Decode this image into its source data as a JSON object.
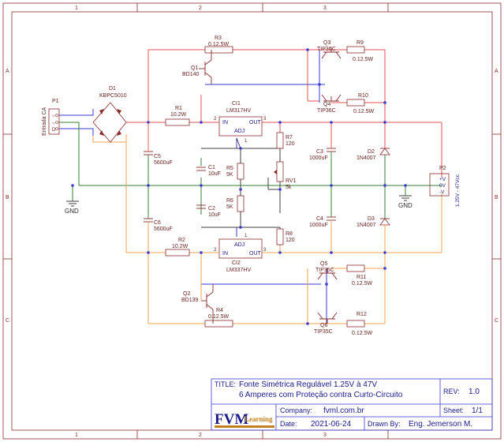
{
  "frame": {
    "columns": [
      "1",
      "2",
      "3"
    ],
    "rows": [
      "A",
      "B",
      "C"
    ],
    "colors": {
      "border": "#8a2a2a",
      "wire_blue": "#3a3ad0",
      "wire_red": "#e05050",
      "wire_orange": "#f0a050",
      "wire_green": "#308030",
      "wire_dark": "#404040"
    }
  },
  "components": {
    "p1": {
      "ref": "P1",
      "name": "Entrada CA",
      "pins": [
        "~",
        "~",
        "D"
      ]
    },
    "d1": {
      "ref": "D1",
      "value": "KBPC5010"
    },
    "r1": {
      "ref": "R1",
      "value": "10.2W"
    },
    "r2": {
      "ref": "R2",
      "value": "10.2W"
    },
    "r3": {
      "ref": "R3",
      "value": "0.12.5W"
    },
    "r4": {
      "ref": "R4",
      "value": "0.12.5W"
    },
    "r5": {
      "ref": "R5",
      "value": "5K"
    },
    "r6": {
      "ref": "R6",
      "value": "5K"
    },
    "r7": {
      "ref": "R7",
      "value": "120"
    },
    "r8": {
      "ref": "R8",
      "value": "120"
    },
    "r9": {
      "ref": "R9",
      "value": "0.12.5W"
    },
    "r10": {
      "ref": "R10",
      "value": "0.12.5W"
    },
    "r11": {
      "ref": "R11",
      "value": "0.12.5W"
    },
    "r12": {
      "ref": "R12",
      "value": "0.12.5W"
    },
    "rv1": {
      "ref": "RV1",
      "value": "5k"
    },
    "q1": {
      "ref": "Q1",
      "value": "BD140"
    },
    "q2": {
      "ref": "Q2",
      "value": "BD139"
    },
    "q3": {
      "ref": "Q3",
      "value": "TIP36C"
    },
    "q4": {
      "ref": "Q4",
      "value": "TIP36C"
    },
    "q5": {
      "ref": "Q5",
      "value": "TIP35C"
    },
    "q6": {
      "ref": "Q6",
      "value": "TIP35C"
    },
    "c1": {
      "ref": "C1",
      "value": "10uF"
    },
    "c2": {
      "ref": "C2",
      "value": "10uF"
    },
    "c3": {
      "ref": "C3",
      "value": "1000uF"
    },
    "c4": {
      "ref": "C4",
      "value": "1000uF"
    },
    "c5": {
      "ref": "C5",
      "value": "5600uF"
    },
    "c6": {
      "ref": "C6",
      "value": "5600uF"
    },
    "d2": {
      "ref": "D2",
      "value": "1N4007"
    },
    "d3": {
      "ref": "D3",
      "value": "1N4007"
    },
    "ci1": {
      "ref": "CI1",
      "value": "LM317HV",
      "pin_in": "IN",
      "pin_out": "OUT",
      "pin_adj": "ADJ",
      "pin2": "2",
      "pin3": "3",
      "pin1": "1"
    },
    "ci2": {
      "ref": "CI2",
      "value": "LM337HV",
      "pin_in": "IN",
      "pin_out": "OUT",
      "pin_adj": "ADJ",
      "pin2": "2",
      "pin3": "3",
      "pin1": "1"
    },
    "p2": {
      "ref": "P2",
      "name": "1.25V - 47Vcc",
      "pins": [
        "+V",
        "0V",
        "-V"
      ]
    },
    "gnd_left": "GND",
    "gnd_right": "GND"
  },
  "title_block": {
    "title_label": "TITLE:",
    "title_line1": "Fonte Simétrica Regulável 1.25V à 47V",
    "title_line2": "6 Amperes com Proteção contra Curto-Circuito",
    "rev_label": "REV:",
    "rev_value": "1.0",
    "logo_main": "FVM",
    "logo_sub": "Learning",
    "company_label": "Company:",
    "company_value": "fvml.com.br",
    "sheet_label": "Sheet:",
    "sheet_value": "1/1",
    "date_label": "Date:",
    "date_value": "2021-06-24",
    "drawn_label": "Drawn By:",
    "drawn_value": "Eng. Jemerson M."
  }
}
